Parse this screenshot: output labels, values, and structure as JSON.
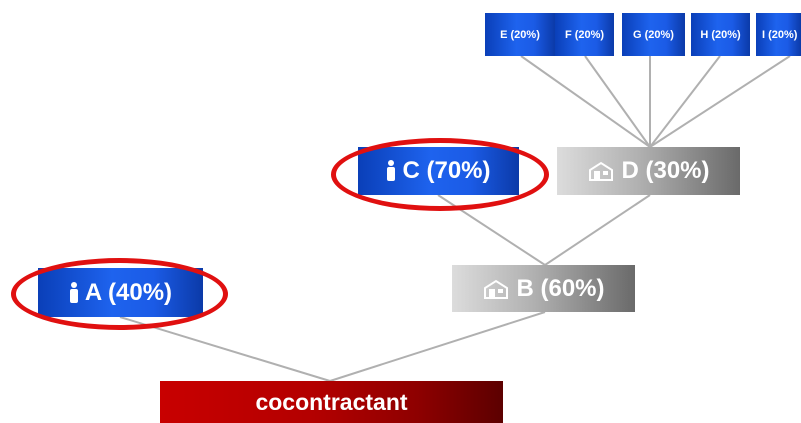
{
  "nodes": {
    "e": {
      "label": "E (20%)"
    },
    "f": {
      "label": "F (20%)"
    },
    "g": {
      "label": "G (20%)"
    },
    "h": {
      "label": "H (20%)"
    },
    "i": {
      "label": "I (20%)"
    },
    "c": {
      "label": "C (70%)",
      "icon": "person-icon"
    },
    "d": {
      "label": "D (30%)",
      "icon": "company-icon"
    },
    "a": {
      "label": "A (40%)",
      "icon": "person-icon"
    },
    "b": {
      "label": "B (60%)",
      "icon": "company-icon"
    },
    "root": {
      "label": "cocontractant"
    }
  },
  "colors": {
    "person_box": "#1e63ee",
    "company_box": "#9a9a9a",
    "root_box": "#b30000",
    "highlight_ring": "#e01010",
    "connector": "#b0b0b0"
  }
}
